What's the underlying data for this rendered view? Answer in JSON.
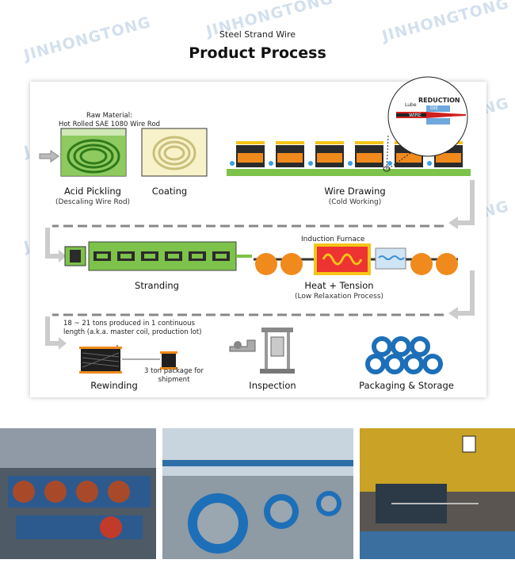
{
  "header": {
    "subtitle": "Steel Strand Wire",
    "title": "Product Process"
  },
  "watermark": "JINHONGTONG",
  "colors": {
    "green": "#7dc24a",
    "orange": "#f08a1c",
    "yellow": "#f5c417",
    "dashed_line": "#888888",
    "coil_blue": "#1d6fb8"
  },
  "steps": {
    "raw_material": "Raw Material:\nHot Rolled SAE 1080 Wire Rod",
    "acid_pickling": {
      "label": "Acid Pickling",
      "sub": "(Descaling Wire Rod)"
    },
    "coating": {
      "label": "Coating"
    },
    "wire_drawing": {
      "label": "Wire Drawing",
      "sub": "(Cold Working)"
    },
    "reduction_callout": {
      "title": "REDUCTION",
      "lube": "Lube",
      "die": "DIE",
      "wire": "WIRE"
    },
    "stranding": {
      "label": "Stranding"
    },
    "induction_furnace": "Induction Furnace",
    "heat_tension": {
      "label": "Heat + Tension",
      "sub": "(Low Relaxation Process)"
    },
    "production_note": "18 ~ 21 tons produced in 1 continuous\nlength (a.k.a. master coil, production lot)",
    "package_note": "3 ton package for\nshipment",
    "rewinding": {
      "label": "Rewinding"
    },
    "inspection": {
      "label": "Inspection"
    },
    "packaging": {
      "label": "Packaging & Storage"
    }
  },
  "photos": [
    {
      "name": "stranding-machine-photo"
    },
    {
      "name": "wire-spool-line-photo"
    },
    {
      "name": "machinery-closeup-photo"
    }
  ]
}
